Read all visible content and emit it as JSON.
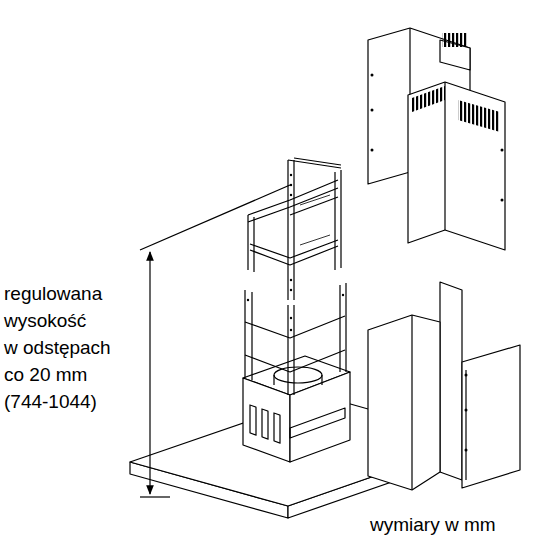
{
  "diagram": {
    "labels": [
      "regulowana",
      "wysokość",
      "w odstępach",
      "co 20 mm",
      "(744-1044)",
      "wymiary w mm"
    ]
  }
}
